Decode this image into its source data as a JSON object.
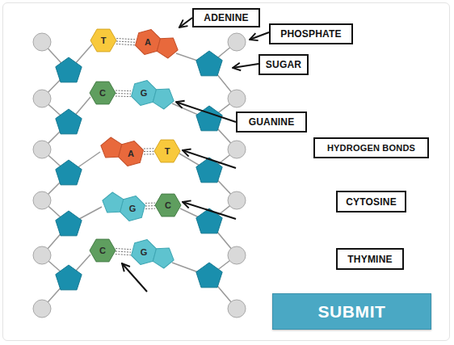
{
  "diagram": {
    "nodes": [
      {
        "text": [
          "T"
        ]
      },
      {
        "text": [
          "A"
        ]
      },
      {
        "text": [
          "ADENINE"
        ]
      },
      {
        "text": [
          "PHOSPHATE"
        ]
      },
      {
        "text": [
          "SUGAR"
        ]
      },
      {
        "text": [
          "C"
        ]
      },
      {
        "text": [
          "G"
        ]
      },
      {
        "text": [
          "GUANINE"
        ]
      },
      {
        "text": [
          "A"
        ]
      },
      {
        "text": [
          "T"
        ]
      },
      {
        "text": [
          "HYDROGEN BONDS"
        ]
      },
      {
        "text": [
          "G"
        ]
      },
      {
        "text": [
          "C"
        ]
      },
      {
        "text": [
          "CYTOSINE"
        ]
      },
      {
        "text": [
          "C"
        ]
      },
      {
        "text": [
          "G"
        ]
      },
      {
        "text": [
          "THYMINE"
        ]
      },
      {
        "text": [
          "SUBMIT"
        ]
      }
    ],
    "edges": [
      {
        "from": 2,
        "to": 1,
        "arrow": "to"
      },
      {
        "from": 7,
        "to": 6,
        "arrow": "to"
      },
      {
        "from": 0,
        "to": 1,
        "arrow": "none"
      },
      {
        "from": 5,
        "to": 6,
        "arrow": "none"
      },
      {
        "from": 8,
        "to": 9,
        "arrow": "none"
      },
      {
        "from": 11,
        "to": 12,
        "arrow": "none"
      },
      {
        "from": 14,
        "to": 15,
        "arrow": "none"
      }
    ]
  }
}
